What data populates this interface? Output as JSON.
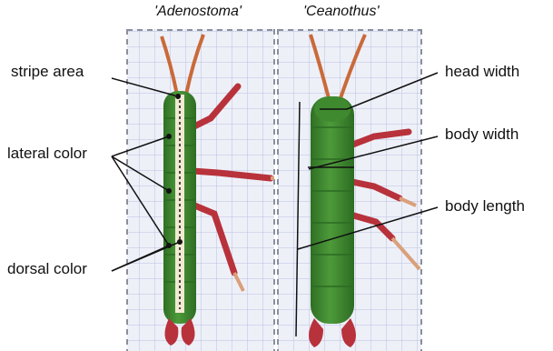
{
  "panels": {
    "left_title": "'Adenostoma'",
    "right_title": "'Ceanothus'"
  },
  "labels": {
    "stripe_area": "stripe area",
    "lateral_color": "lateral color",
    "dorsal_color": "dorsal color",
    "head_width": "head width",
    "body_width": "body width",
    "body_length": "body length"
  },
  "colors": {
    "grid_paper": "#eef0f8",
    "grid_line": "#b9bfe0",
    "insect_green": "#3f8a2f",
    "insect_dark_green": "#2b6a22",
    "legs_red": "#b8323b",
    "antenna_orange": "#c96a3a",
    "stripe_cream": "#f1ead2",
    "line_black": "#111111"
  }
}
